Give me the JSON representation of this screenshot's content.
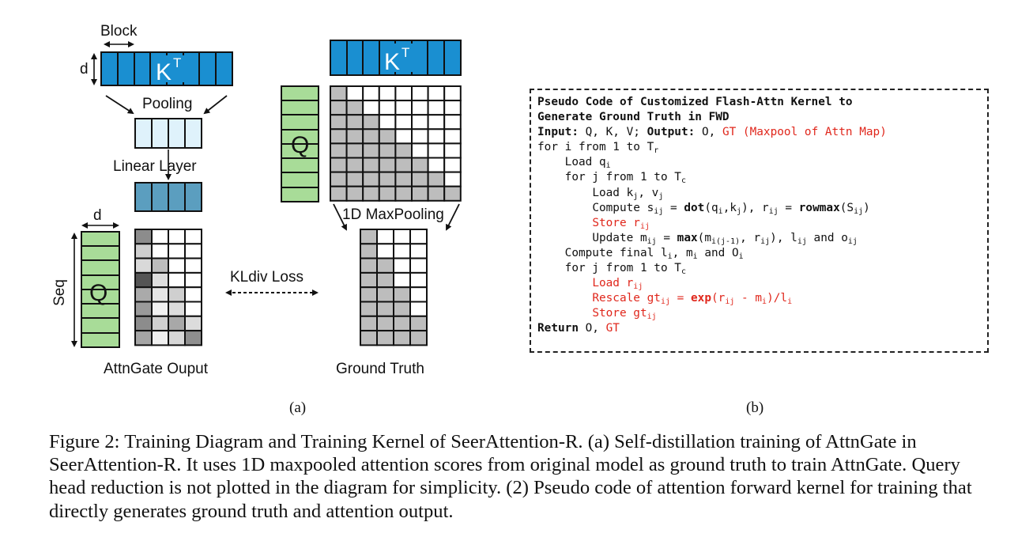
{
  "diagram": {
    "block_label": "Block",
    "d_label_top": "d",
    "kt_label": "K",
    "kt_sup": "T",
    "pooling_label": "Pooling",
    "linear_layer_label": "Linear Layer",
    "d_label_q": "d",
    "seq_label": "Seq",
    "q_label": "Q",
    "kldiv_label": "KLdiv Loss",
    "maxpool_label": "1D MaxPooling",
    "attngate_output_label": "AttnGate Ouput",
    "ground_truth_label": "Ground Truth",
    "colors": {
      "kt_blue": "#1a8fd1",
      "pooled_light": "#dff2fb",
      "linear_blue": "#5b9ebf",
      "q_green": "#a8dc98",
      "cell_gray": "#bdbdbd",
      "cell_white": "#ffffff",
      "code_red": "#e0271c"
    }
  },
  "code": {
    "title_line1": "Pseudo Code of Customized Flash-Attn Kernel to",
    "title_line2": "Generate Ground Truth in FWD",
    "input_label": "Input:",
    "input_values": " Q, K, V; ",
    "output_label": "Output:",
    "output_values": " O, ",
    "output_gt": "GT (Maxpool of Attn Map)",
    "l1_a": "for i from 1 to T",
    "l1_sub": "r",
    "l2_a": "Load q",
    "l2_sub": "i",
    "l3_a": "for j from 1 to T",
    "l3_sub": "c",
    "l4_a": "Load k",
    "l4_sub1": "j",
    "l4_b": ", v",
    "l4_sub2": "j",
    "l5_a": "Compute s",
    "l5_sub1": "ij",
    "l5_b": " = ",
    "l5_dot": "dot",
    "l5_c": "(q",
    "l5_sub2": "i",
    "l5_d": ",k",
    "l5_sub3": "j",
    "l5_e": "), r",
    "l5_sub4": "ij",
    "l5_f": " = ",
    "l5_rowmax": "rowmax",
    "l5_g": "(S",
    "l5_sub5": "ij",
    "l5_h": ")",
    "l6_a": "Store r",
    "l6_sub": "ij",
    "l7_a": "Update m",
    "l7_sub1": "ij",
    "l7_b": " = ",
    "l7_max": "max",
    "l7_c": "(m",
    "l7_sub2": "i(j-1)",
    "l7_d": ", r",
    "l7_sub3": "ij",
    "l7_e": "), l",
    "l7_sub4": "ij",
    "l7_f": " and o",
    "l7_sub5": "ij",
    "l8_a": "Compute final l",
    "l8_sub1": "i",
    "l8_b": ", m",
    "l8_sub2": "i",
    "l8_c": " and O",
    "l8_sub3": "i",
    "l9_a": "for j from 1 to T",
    "l9_sub": "c",
    "l10_a": "Load r",
    "l10_sub": "ij",
    "l11_a": "Rescale gt",
    "l11_sub1": "ij",
    "l11_b": " = ",
    "l11_exp": "exp",
    "l11_c": "(r",
    "l11_sub2": "ij",
    "l11_d": " - m",
    "l11_sub3": "i",
    "l11_e": ")/l",
    "l11_sub4": "i",
    "l12_a": "Store gt",
    "l12_sub": "ij",
    "return_label": "Return",
    "return_values": " O, ",
    "return_gt": "GT"
  },
  "sublabel_a": "(a)",
  "sublabel_b": "(b)",
  "caption": "Figure 2: Training Diagram and Training Kernel of SeerAttention-R. (a) Self-distillation training of AttnGate in SeerAttention-R. It uses 1D maxpooled attention scores from original model as ground truth to train AttnGate. Query head reduction is not plotted in the diagram for simplicity. (2) Pseudo code of attention forward kernel for training that directly generates ground truth and attention output."
}
